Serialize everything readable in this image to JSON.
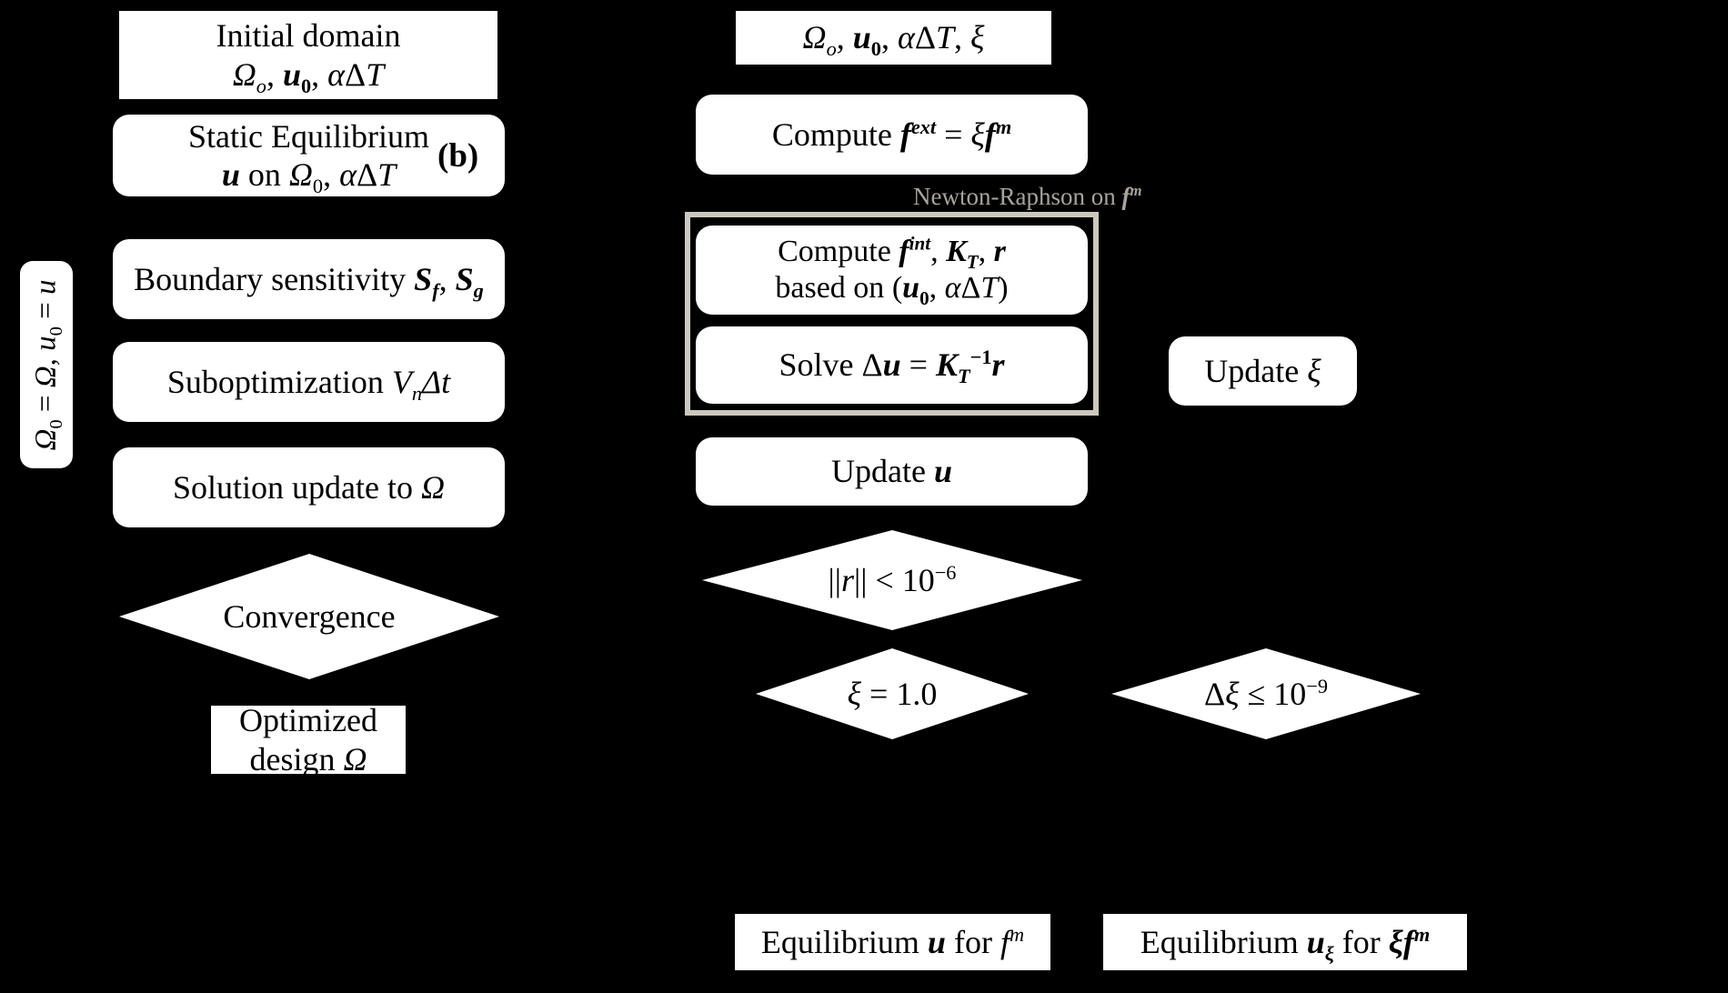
{
  "figure": {
    "panel_tag": "(b)",
    "background_color": "#000000",
    "node_fill": "#ffffff",
    "group_frame_color": "#cdc8bc",
    "group_caption_color": "#a8a39a"
  },
  "left_column": {
    "side_label": "Ω₀ = Ω, u₀ = u",
    "nodes": [
      {
        "id": "initial-domain",
        "shape": "rect",
        "line1": "Initial domain",
        "line2": "Ωₒ, 𝒖₀, αΔT"
      },
      {
        "id": "static-equilibrium",
        "shape": "rounded",
        "line1": "Static Equilibrium",
        "line2": "𝒖 on Ω₀, αΔT"
      },
      {
        "id": "boundary-sensitivity",
        "shape": "rounded",
        "line1": "Boundary sensitivity 𝑺_f, 𝑺_g",
        "line2": ""
      },
      {
        "id": "suboptimization",
        "shape": "rounded",
        "line1": "Suboptimization VₙΔt",
        "line2": ""
      },
      {
        "id": "solution-update",
        "shape": "rounded",
        "line1": "Solution update to Ω",
        "line2": ""
      },
      {
        "id": "convergence",
        "shape": "diamond",
        "line1": "Convergence",
        "line2": ""
      },
      {
        "id": "optimized-design",
        "shape": "rect",
        "line1": "Optimized",
        "line2": "design Ω"
      }
    ]
  },
  "right_column": {
    "group_caption": "Newton-Raphson on 𝒇ᵐ",
    "nodes": [
      {
        "id": "inputs",
        "shape": "rect",
        "text": "Ωₒ, 𝒖₀, αΔT, ξ"
      },
      {
        "id": "compute-fext",
        "shape": "rounded",
        "text": "Compute 𝒇ᵉˣᵗ = ξ𝒇ᵐ"
      },
      {
        "id": "compute-fint",
        "shape": "rounded",
        "line1": "Compute 𝒇ⁱⁿᵗ, 𝑲_T, 𝒓",
        "line2": "based on (𝒖₀, αΔT)"
      },
      {
        "id": "solve-du",
        "shape": "rounded",
        "text": "Solve Δ𝒖 = 𝑲_T⁻¹𝒓"
      },
      {
        "id": "update-u",
        "shape": "rounded",
        "text": "Update 𝒖"
      },
      {
        "id": "residual-check",
        "shape": "diamond",
        "text": "||r|| < 10⁻⁶"
      },
      {
        "id": "xi-check",
        "shape": "diamond",
        "text": "ξ = 1.0"
      },
      {
        "id": "equilibrium-u",
        "shape": "rect",
        "text": "Equilibrium 𝒖 for fᵐ"
      },
      {
        "id": "update-xi",
        "shape": "rounded",
        "text": "Update ξ"
      },
      {
        "id": "dxi-check",
        "shape": "diamond",
        "text": "Δξ ≤ 10⁻⁹"
      },
      {
        "id": "equilibrium-uxi",
        "shape": "rect",
        "text": "Equilibrium 𝒖_ξ for ξ𝒇ᵐ"
      }
    ]
  },
  "labels": {
    "initial_domain_l1": "Initial domain",
    "static_eq_l1": "Static Equilibrium",
    "boundary_sens": "Boundary sensitivity",
    "subopt": "Suboptimization",
    "solution_update": "Solution update to",
    "convergence": "Convergence",
    "optimized_l1": "Optimized",
    "optimized_l2": "design",
    "compute": "Compute",
    "based_on": "based on",
    "solve": "Solve",
    "update": "Update",
    "equilibrium": "Equilibrium",
    "for": "for",
    "on": "on",
    "newton_raphson_on": "Newton-Raphson on",
    "panel_b": "(b)"
  },
  "values": {
    "residual_base": "10",
    "residual_exp": "−6",
    "xi_value": "1.0",
    "dxi_base": "10",
    "dxi_exp": "−9"
  }
}
